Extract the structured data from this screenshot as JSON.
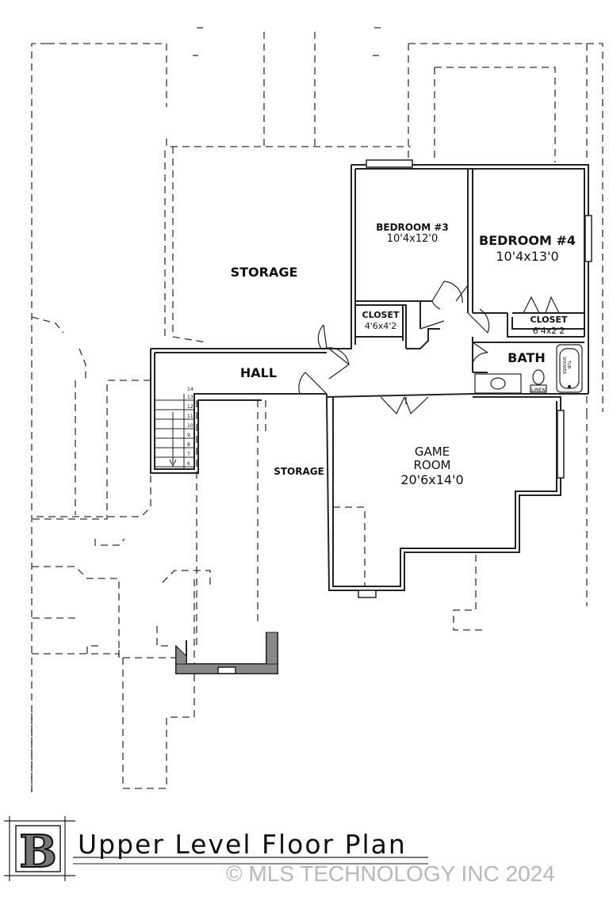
{
  "plan": {
    "rooms": {
      "storage_main": {
        "label": "STORAGE"
      },
      "bedroom3": {
        "label": "BEDROOM #3",
        "dims": "10'4x12'0"
      },
      "bedroom4": {
        "label": "BEDROOM #4",
        "dims": "10'4x13'0"
      },
      "closet3": {
        "label": "CLOSET",
        "dims": "4'6x4'2"
      },
      "closet4": {
        "label": "CLOSET",
        "dims": "6'4x2'2"
      },
      "bath": {
        "label": "BATH"
      },
      "hall": {
        "label": "HALL"
      },
      "storage_lower": {
        "label": "STORAGE"
      },
      "game_room": {
        "label_line1": "GAME",
        "label_line2": "ROOM",
        "dims": "20'6x14'0"
      }
    },
    "fixtures": {
      "tub_label_1": "SHOWER",
      "tub_label_2": "TUB",
      "linen_label": "LINEN"
    },
    "stair_numbers": [
      "14",
      "13",
      "12",
      "11",
      "10",
      "9",
      "8",
      "7",
      "6"
    ]
  },
  "title_block": {
    "letter": "B",
    "title": "Upper Level Floor Plan"
  },
  "copyright": "© MLS TECHNOLOGY INC 2024"
}
